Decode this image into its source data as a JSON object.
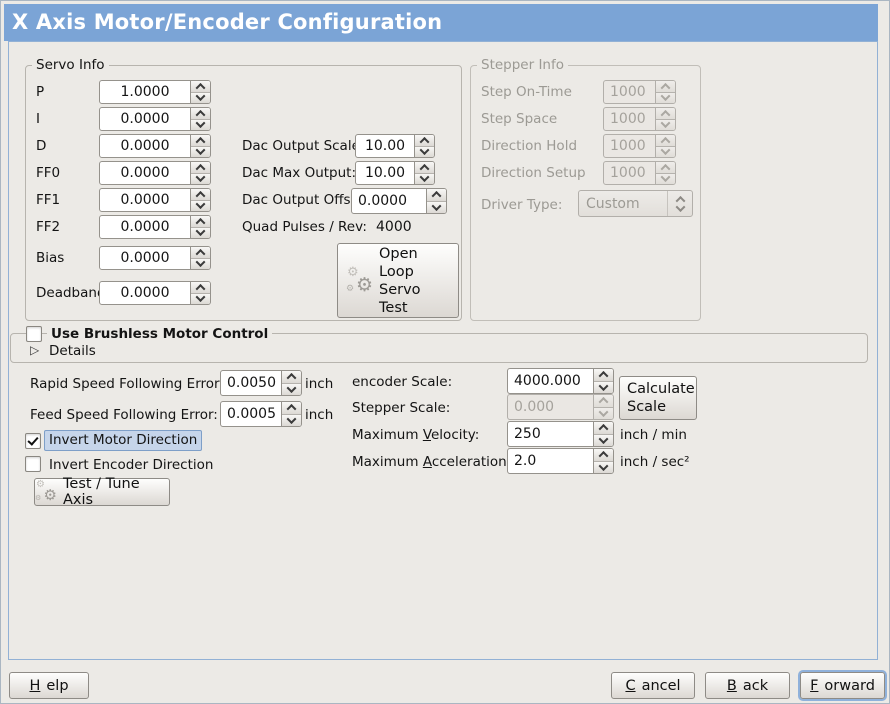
{
  "window": {
    "title": "X Axis Motor/Encoder Configuration"
  },
  "servo": {
    "frame_label": "Servo Info",
    "rows": [
      {
        "label": "P",
        "value": "1.0000"
      },
      {
        "label": "I",
        "value": "0.0000"
      },
      {
        "label": "D",
        "value": "0.0000"
      },
      {
        "label": "FF0",
        "value": "0.0000"
      },
      {
        "label": "FF1",
        "value": "0.0000"
      },
      {
        "label": "FF2",
        "value": "0.0000"
      },
      {
        "label": "Bias",
        "value": "0.0000"
      },
      {
        "label": "Deadband",
        "value": "0.0000"
      }
    ],
    "dac_rows": [
      {
        "label": "Dac Output Scale:",
        "value": "10.00"
      },
      {
        "label": "Dac Max Output:",
        "value": "10.00"
      },
      {
        "label": "Dac Output Offset:",
        "value": "0.0000"
      }
    ],
    "quad_label": "Quad Pulses / Rev:",
    "quad_value": "4000",
    "open_loop_button": "Open\nLoop\nServo\nTest"
  },
  "stepper": {
    "frame_label": "Stepper Info",
    "rows": [
      {
        "label": "Step On-Time",
        "value": "1000"
      },
      {
        "label": "Step Space",
        "value": "1000"
      },
      {
        "label": "Direction Hold",
        "value": "1000"
      },
      {
        "label": "Direction Setup",
        "value": "1000"
      }
    ],
    "driver_type_label": "Driver Type:",
    "driver_type_value": "Custom"
  },
  "brushless": {
    "checkbox_label": "Use Brushless Motor Control",
    "checked": false,
    "details_label": "Details"
  },
  "errors": {
    "rapid_label": "Rapid Speed Following Error:",
    "rapid_value": "0.0050",
    "rapid_unit": "inch",
    "feed_label": "Feed Speed Following Error:",
    "feed_value": "0.0005",
    "feed_unit": "inch"
  },
  "scales": {
    "encoder_label": "encoder Scale:",
    "encoder_value": "4000.000",
    "stepper_label": "Stepper Scale:",
    "stepper_value": "0.000",
    "velocity_label": "Maximum Velocity:",
    "velocity_value": "250",
    "velocity_unit": "inch / min",
    "acceleration_label": "Maximum Acceleration:",
    "acceleration_value": "2.0",
    "acceleration_unit": "inch / sec²",
    "calculate_button": "Calculate\nScale"
  },
  "invert": {
    "motor_label": "Invert Motor Direction",
    "motor_checked": true,
    "encoder_label": "Invert Encoder Direction",
    "encoder_checked": false
  },
  "test_tune_button": "Test / Tune Axis",
  "actions": {
    "help": "Help",
    "cancel": "Cancel",
    "back": "Back",
    "forward": "Forward"
  },
  "icons": {
    "open_loop": "gears-icon",
    "test_tune": "gears-icon",
    "expander": "triangle-right-icon",
    "spinner_up": "chevron-up-icon",
    "spinner_down": "chevron-down-icon",
    "driver_combo": "updown-chevrons-icon"
  },
  "colors": {
    "titlebar": "#7BA4D6",
    "frame_border": "#92B1D5",
    "focus_ring": "#8FB1DB",
    "highlight": "#C6D5EA"
  }
}
